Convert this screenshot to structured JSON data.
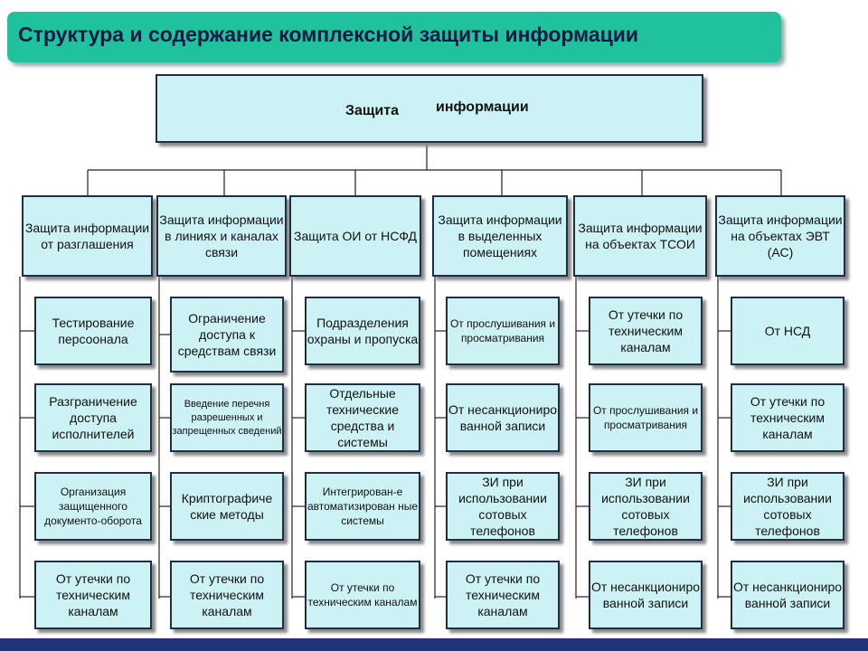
{
  "title": "Структура и содержание комплексной защиты информации",
  "root": {
    "word1": "Защита",
    "word2": "информации"
  },
  "columns": [
    {
      "header": "Защита информации от разглашения",
      "items": [
        "Тестирование персоонала",
        "Разграничение доступа исполнителей",
        "Организация защищенного документо-оборота",
        "От утечки по техническим каналам"
      ]
    },
    {
      "header": "Защита информации в линиях и каналах связи",
      "items": [
        "Ограничение доступа к средствам связи",
        "Введение перечня разрешенных и запрещенных сведений",
        "Криптографиче ские методы",
        "От утечки по техническим каналам"
      ]
    },
    {
      "header": "Защита ОИ от НСФД",
      "items": [
        "Подразделения охраны и пропуска",
        "Отдельные технические средства и системы",
        "Интегрирован-е автоматизирован ные системы",
        "От утечки по техническим каналам"
      ]
    },
    {
      "header": "Защита информации в выделенных помещениях",
      "items": [
        "От прослушивания и просматривания",
        "От несанкциониро ванной записи",
        "ЗИ при использовании сотовых телефонов",
        "От утечки по техническим каналам"
      ]
    },
    {
      "header": "Защита информации на объектах ТСОИ",
      "items": [
        "От утечки по техническим каналам",
        "От прослушивания и просматривания",
        "ЗИ при использовании сотовых телефонов",
        "От несанкциониро ванной записи"
      ]
    },
    {
      "header": "Защита информации на объектах ЭВТ (АС)",
      "items": [
        "От НСД",
        "От утечки по техническим каналам",
        "ЗИ при использовании сотовых телефонов",
        "От несанкциониро ванной записи"
      ]
    }
  ]
}
